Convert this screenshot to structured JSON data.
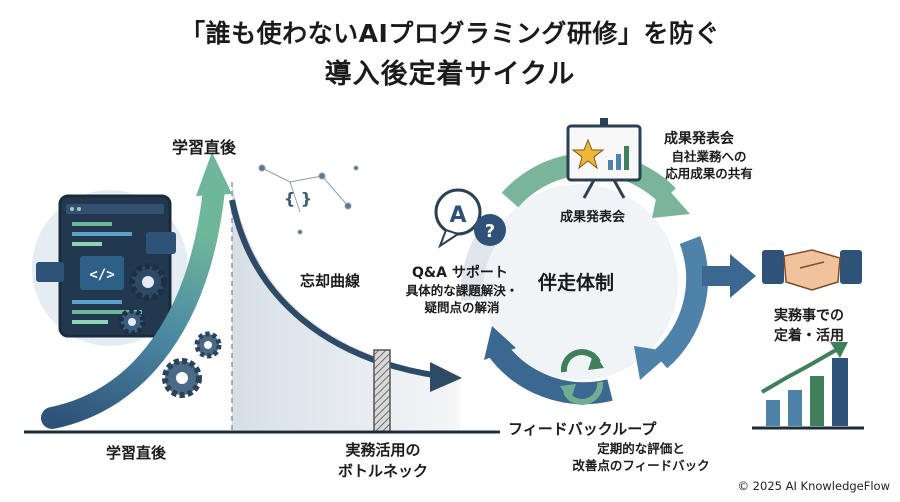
{
  "title": {
    "line1": "「誰も使わないAIプログラミング研修」を防ぐ",
    "line2": "導入後定着サイクル"
  },
  "left": {
    "peak_label": "学習直後",
    "forgetting_label": "忘却曲線",
    "axis_left_label": "学習直後",
    "bottleneck_line1": "実務活用の",
    "bottleneck_line2": "ボトルネック",
    "code_glyph": "</>",
    "braces_glyph": "{ }"
  },
  "cycle": {
    "center_label": "伴走体制",
    "top_label": "成果発表会",
    "top_callout_title": "成果発表会",
    "top_callout_line1": "自社業務への",
    "top_callout_line2": "応用成果の共有",
    "left_title": "Q&A サポート",
    "left_line1": "具体的な課題解決・",
    "left_line2": "疑問点の解消",
    "bottom_title": "フィードバックループ",
    "bottom_line1": "定期的な評価と",
    "bottom_line2": "改善点のフィードバック",
    "qa_letter": "A",
    "qa_mark": "?"
  },
  "right": {
    "result_line1": "実務事での",
    "result_line2": "定着・活用"
  },
  "colors": {
    "dark_blue": "#2f5278",
    "teal": "#5fa18b",
    "green": "#3f7f5c",
    "light_gray": "#e6eaee"
  },
  "footer": {
    "copyright": "© 2025 AI KnowledgeFlow"
  }
}
